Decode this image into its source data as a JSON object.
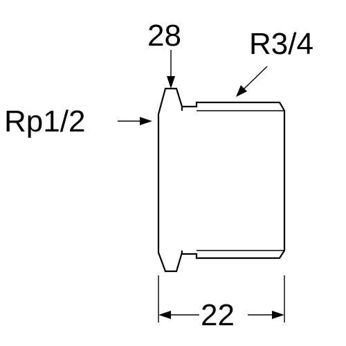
{
  "labels": {
    "top_dimension": "28",
    "outer_thread": "R3/4",
    "inner_thread": "Rp1/2",
    "length_dimension": "22"
  }
}
